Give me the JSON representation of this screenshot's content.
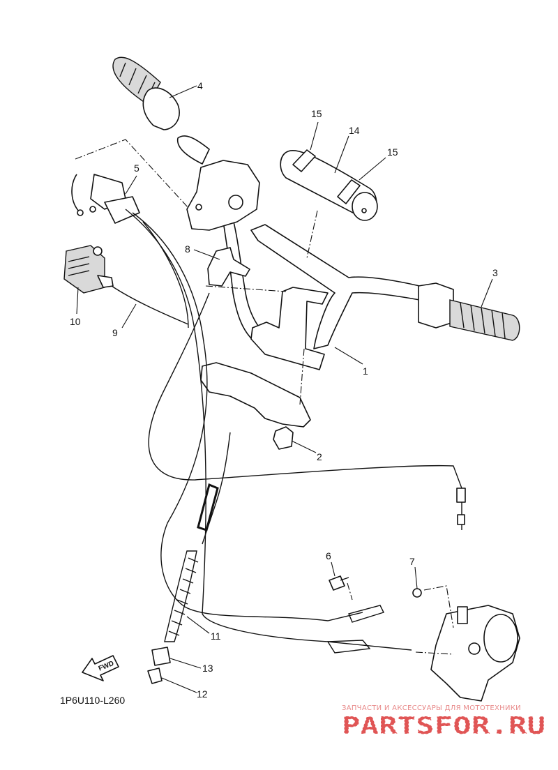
{
  "diagram": {
    "part_labels": [
      "1",
      "2",
      "3",
      "4",
      "5",
      "6",
      "7",
      "8",
      "9",
      "10",
      "11",
      "12",
      "13",
      "14",
      "15",
      "15"
    ],
    "drawing_code": "1P6U110-L260",
    "fwd_marker": "FWD"
  },
  "watermark": {
    "subtitle": "ЗАПЧАСТИ И АКСЕССУАРЫ ДЛЯ МОТОТЕХНИКИ",
    "logo_text": "PARTSFOR.RU",
    "color": "#e05555"
  },
  "icons": {
    "fwd": "fwd-arrow-icon"
  }
}
